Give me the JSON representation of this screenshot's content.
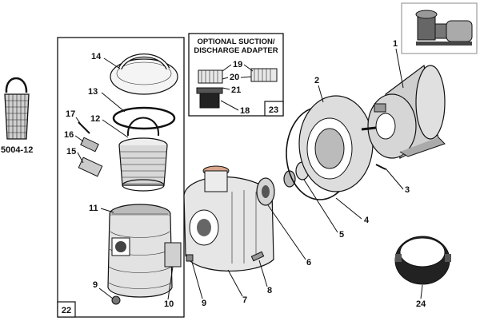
{
  "assembly_label": "22",
  "adapter": {
    "title_line1": "OPTIONAL SUCTION/",
    "title_line2": "DISCHARGE ADAPTER",
    "box_label": "23"
  },
  "basket_side_label": "5004-12",
  "parts": {
    "p1": "1",
    "p2": "2",
    "p3": "3",
    "p4": "4",
    "p5": "5",
    "p6": "6",
    "p7": "7",
    "p8": "8",
    "p9": "9",
    "p9b": "9",
    "p10": "10",
    "p11": "11",
    "p12": "12",
    "p13": "13",
    "p14": "14",
    "p15": "15",
    "p16": "16",
    "p17": "17",
    "p18": "18",
    "p19": "19",
    "p20": "20",
    "p21": "21",
    "p24": "24"
  }
}
